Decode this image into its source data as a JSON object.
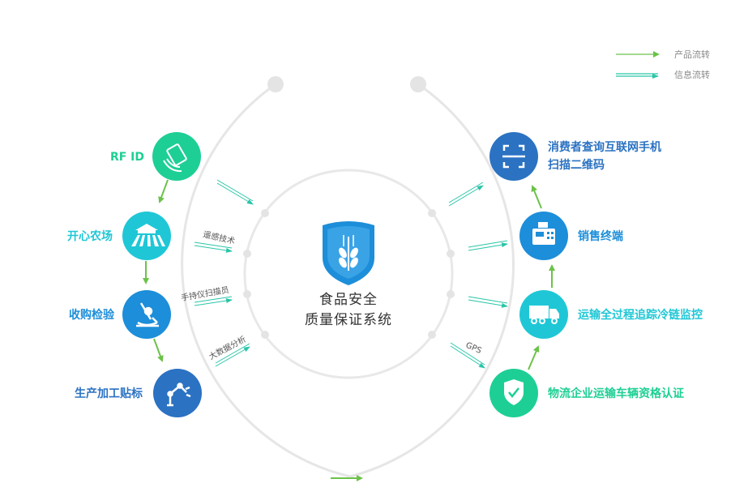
{
  "legend": {
    "product_flow": "产品流转",
    "info_flow": "信息流转"
  },
  "center": {
    "line1": "食品安全",
    "line2": "质量保证系统",
    "icon": "wheat-shield-icon"
  },
  "left_nodes": [
    {
      "label": "RF ID",
      "icon": "rfid-card-icon",
      "color": "#1ecf95"
    },
    {
      "label": "开心农场",
      "icon": "farm-field-icon",
      "color": "#1fc7d6"
    },
    {
      "label": "收购检验",
      "icon": "microscope-icon",
      "color": "#1d8ed9"
    },
    {
      "label": "生产加工贴标",
      "icon": "robot-arm-icon",
      "color": "#2b72c2"
    }
  ],
  "right_nodes": [
    {
      "label_line1": "消费者查询互联网手机",
      "label_line2": "扫描二维码",
      "icon": "qr-scan-icon",
      "color": "#2b72c2"
    },
    {
      "label_line1": "销售终端",
      "icon": "cash-register-icon",
      "color": "#1d8ed9"
    },
    {
      "label_line1": "运输全过程追踪冷链监控",
      "icon": "truck-icon",
      "color": "#1fc7d6"
    },
    {
      "label_line1": "物流企业运输车辆资格认证",
      "icon": "shield-check-icon",
      "color": "#1ecf95"
    }
  ],
  "info_labels": {
    "remote_sensing": "遥感技术",
    "handheld_scan": "手持仪扫描员",
    "big_data": "大数据分析",
    "gps": "GPS"
  },
  "colors": {
    "product_arrow": "#6cc24a",
    "info_arrow": "#29c5a8",
    "ring": "#e6e6e6",
    "text_green": "#1ecf95",
    "text_cyan": "#1fc7d6",
    "text_blue": "#1d8ed9",
    "text_dark_blue": "#2b72c2"
  }
}
